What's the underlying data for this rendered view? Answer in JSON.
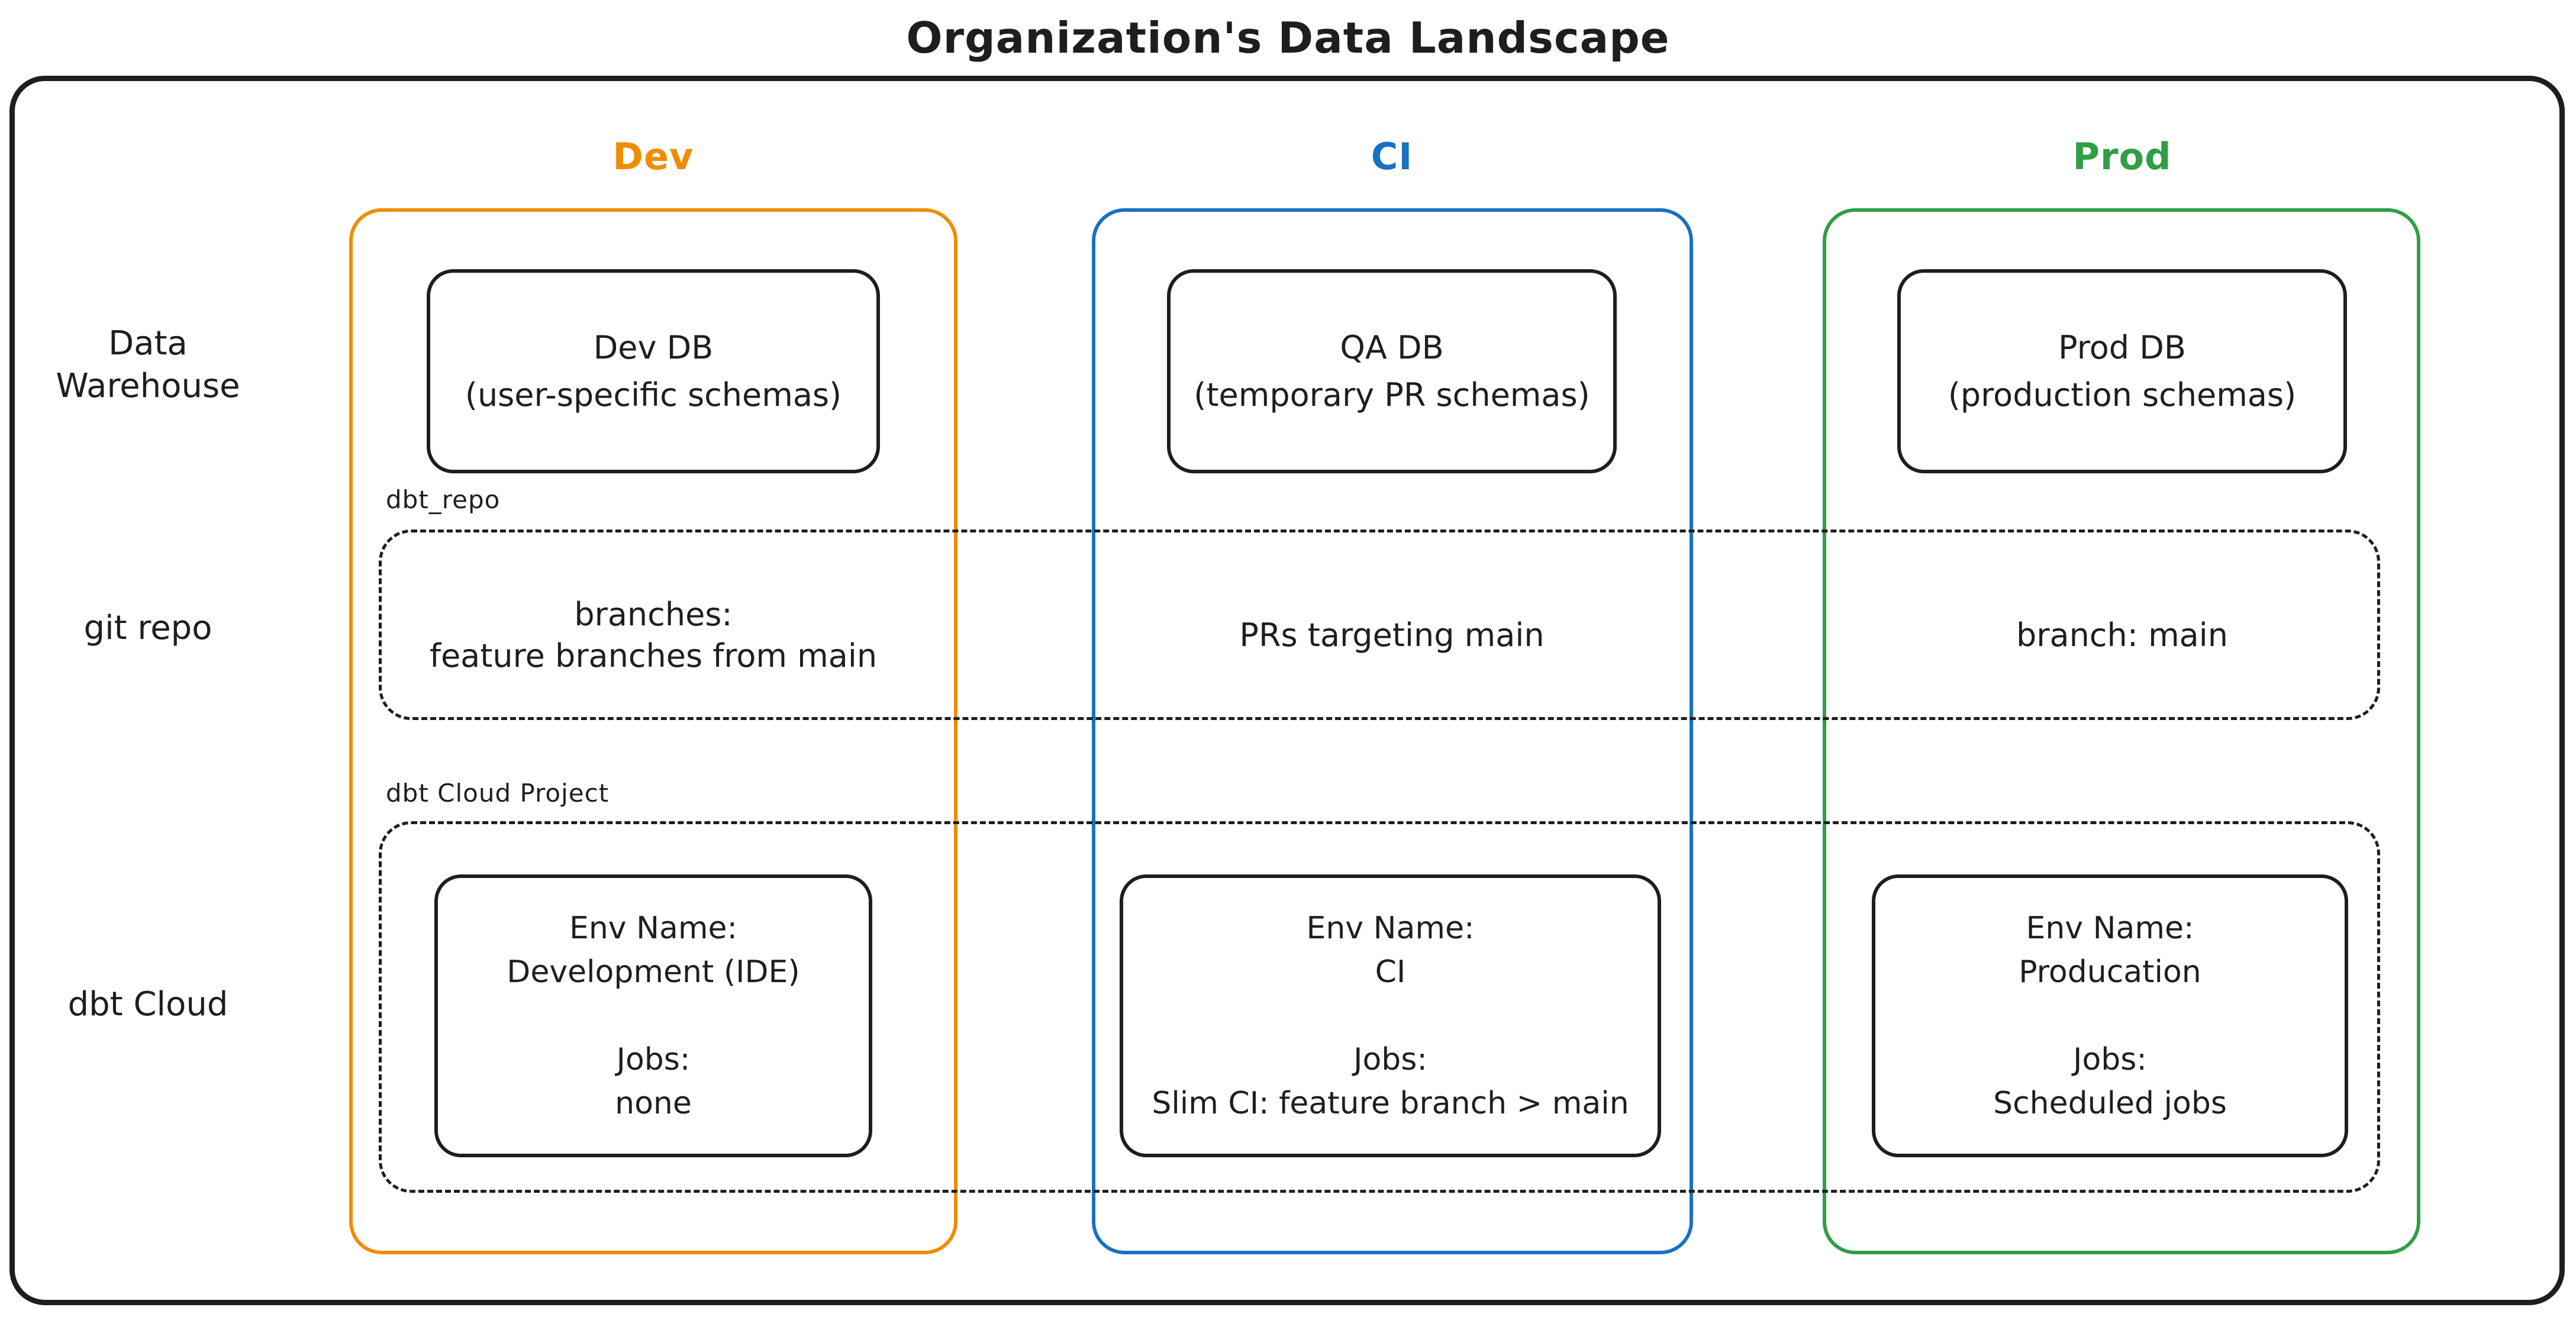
{
  "title": "Organization's Data Landscape",
  "colors": {
    "ink": "#1e1e1e",
    "dev": "#f08c00",
    "ci": "#1971c2",
    "prod": "#2f9e44"
  },
  "row_labels": {
    "warehouse_line1": "Data",
    "warehouse_line2": "Warehouse",
    "git": "git repo",
    "cloud": "dbt Cloud"
  },
  "group_labels": {
    "git_repo": "dbt_repo",
    "cloud_project": "dbt Cloud Project"
  },
  "columns": [
    {
      "header": "Dev",
      "color": "#f08c00",
      "db_line1": "Dev DB",
      "db_line2": "(user-specific schemas)",
      "git_line1": "branches:",
      "git_line2": "feature branches from main",
      "env_name_label": "Env Name:",
      "env_name": "Development (IDE)",
      "jobs_label": "Jobs:",
      "jobs": "none"
    },
    {
      "header": "CI",
      "color": "#1971c2",
      "db_line1": "QA DB",
      "db_line2": "(temporary PR schemas)",
      "git_line1": "PRs targeting main",
      "env_name_label": "Env Name:",
      "env_name": "CI",
      "jobs_label": "Jobs:",
      "jobs": "Slim CI: feature branch > main"
    },
    {
      "header": "Prod",
      "color": "#2f9e44",
      "db_line1": "Prod DB",
      "db_line2": "(production schemas)",
      "git_line1": "branch: main",
      "env_name_label": "Env Name:",
      "env_name": "Producation",
      "jobs_label": "Jobs:",
      "jobs": "Scheduled jobs"
    }
  ]
}
